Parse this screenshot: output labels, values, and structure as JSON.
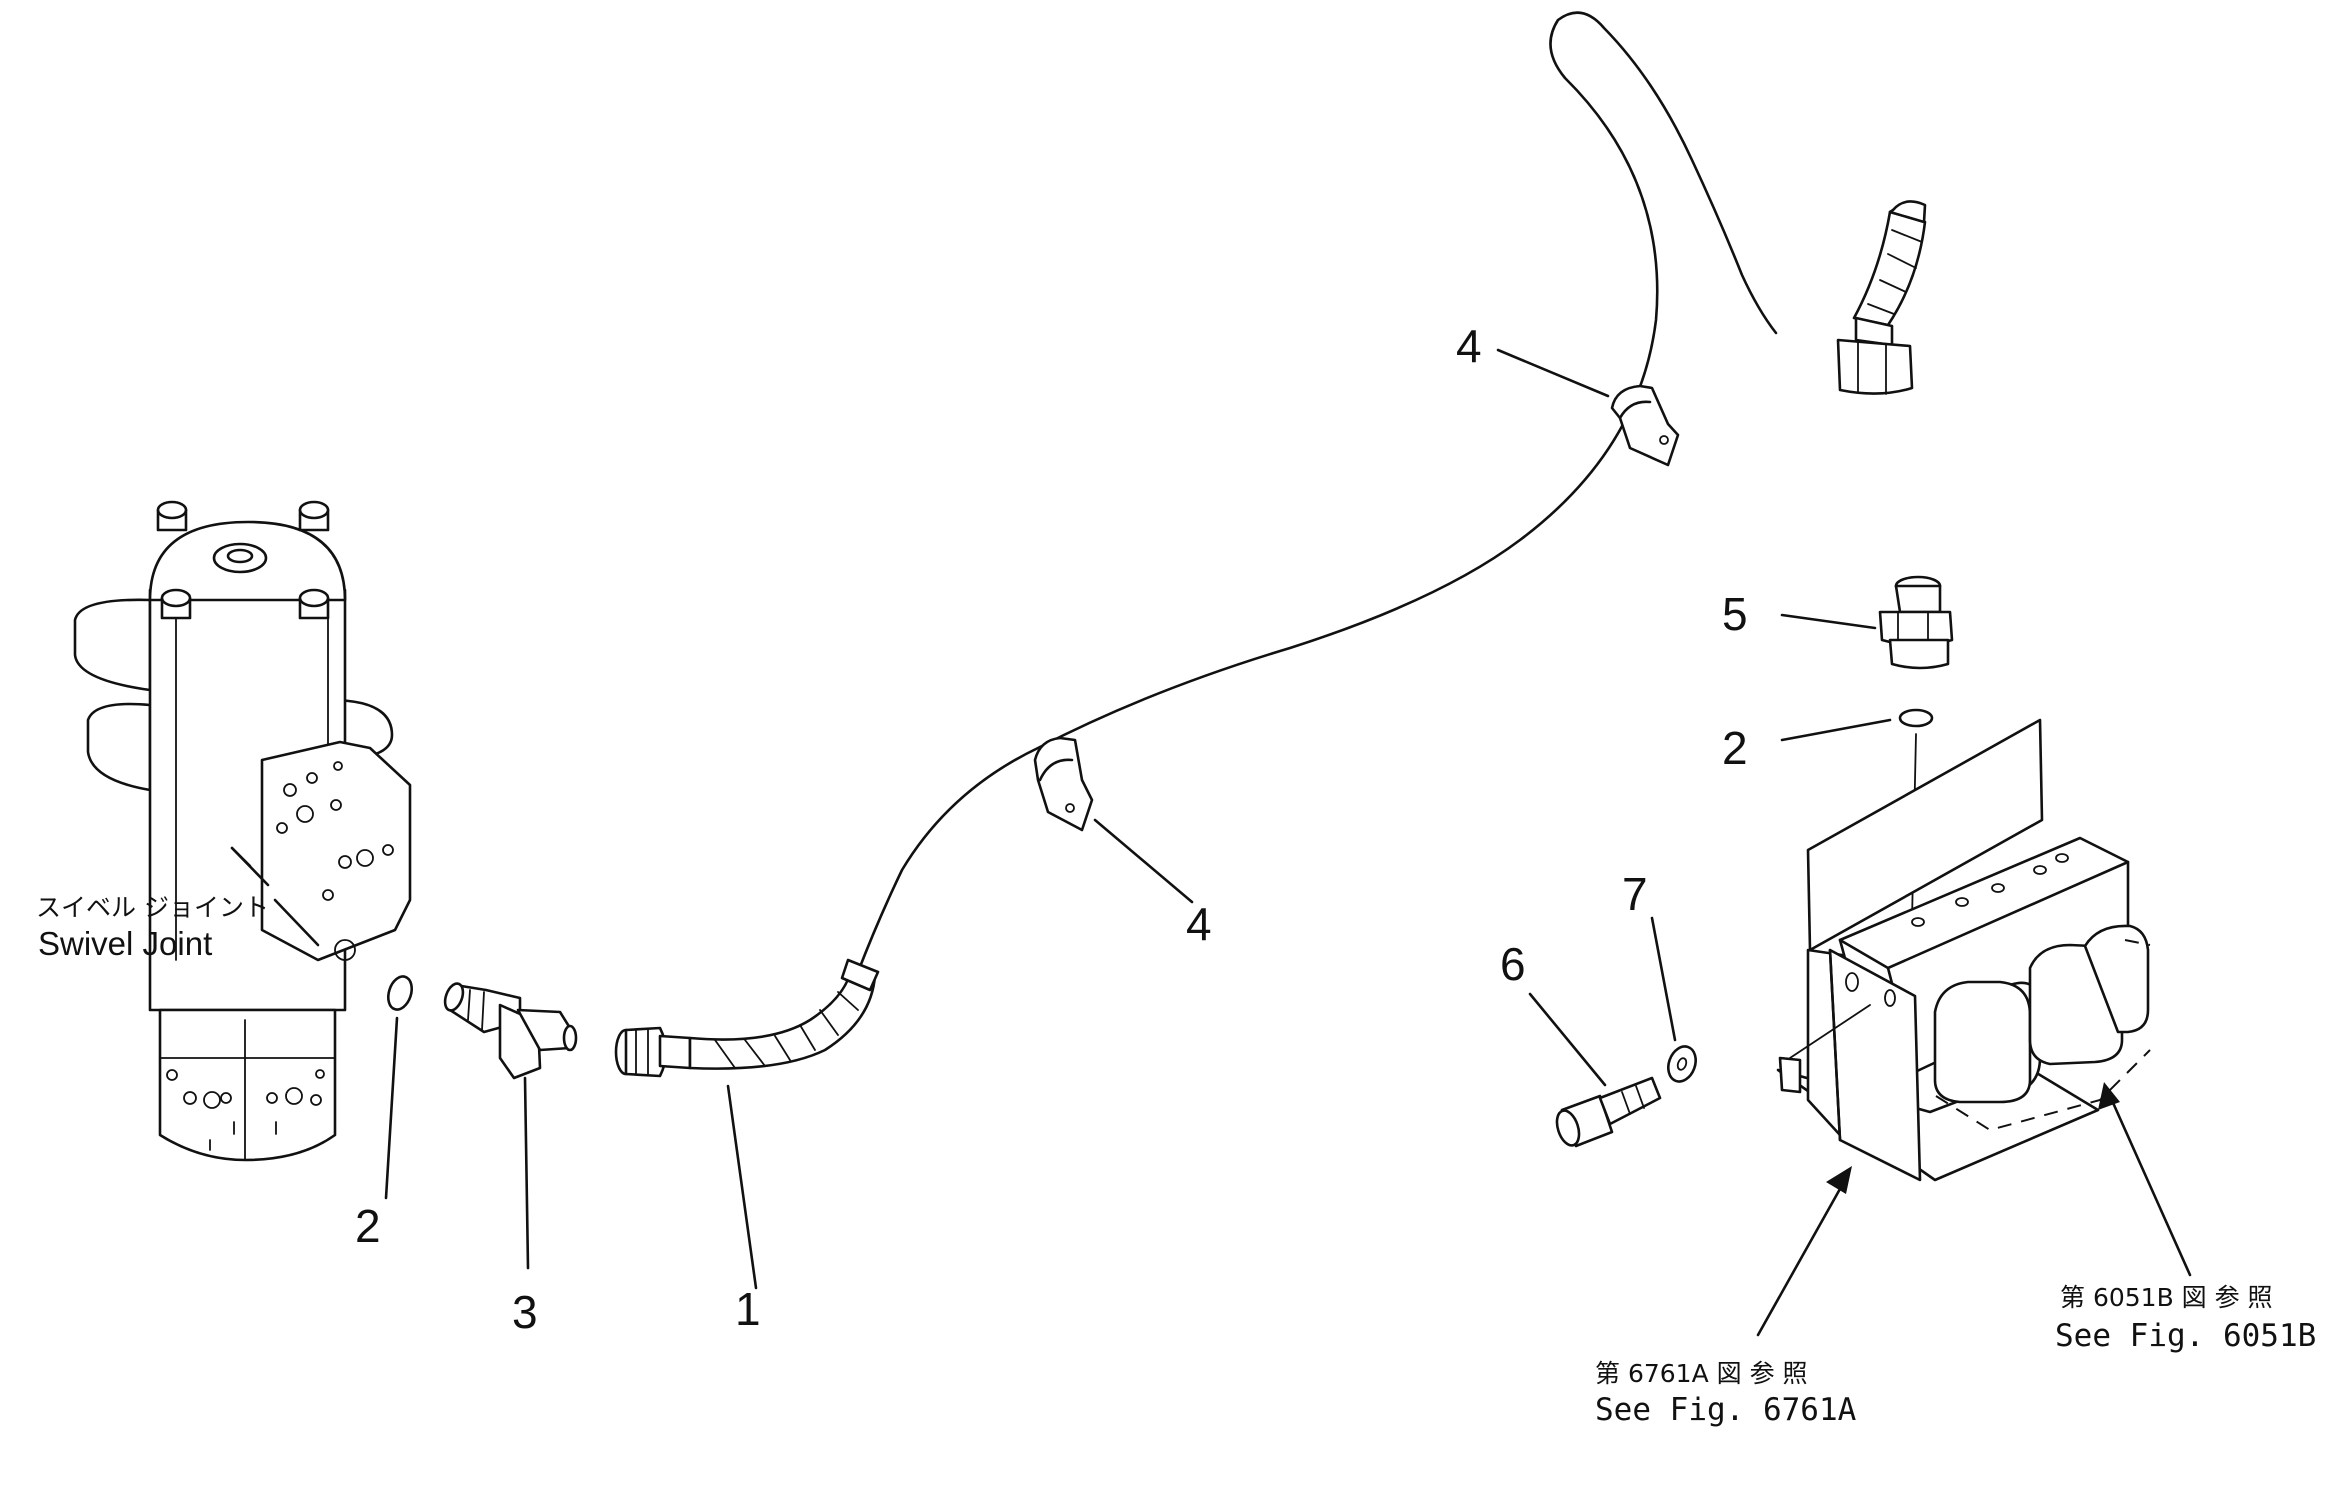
{
  "swivel_joint": {
    "label_jp": "スイベル ジョイント",
    "label_en": "Swivel Joint"
  },
  "callouts": [
    {
      "id": "c1",
      "number": "1"
    },
    {
      "id": "c2a",
      "number": "2"
    },
    {
      "id": "c2b",
      "number": "2"
    },
    {
      "id": "c3",
      "number": "3"
    },
    {
      "id": "c4a",
      "number": "4"
    },
    {
      "id": "c4b",
      "number": "4"
    },
    {
      "id": "c5",
      "number": "5"
    },
    {
      "id": "c6",
      "number": "6"
    },
    {
      "id": "c7",
      "number": "7"
    }
  ],
  "references": {
    "fig_6761A": {
      "jp": "第 6761A 図 参 照",
      "en": "See Fig. 6761A"
    },
    "fig_6051B": {
      "jp": "第 6051B 図 参 照",
      "en": "See Fig. 6051B"
    }
  }
}
